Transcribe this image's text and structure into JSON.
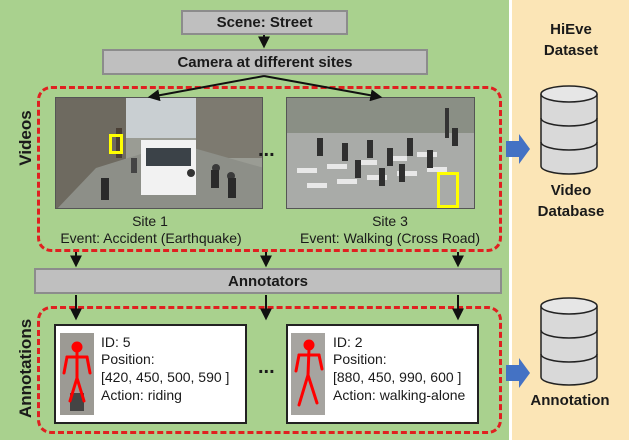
{
  "scene_label": "Scene: Street",
  "camera_label": "Camera at different sites",
  "videos_label": "Videos",
  "annotators_label": "Annotators",
  "annotations_label": "Annotations",
  "ellipsis": "...",
  "site1": {
    "name": "Site 1",
    "event": "Event: Accident (Earthquake)"
  },
  "site3": {
    "name": "Site 3",
    "event": "Event: Walking (Cross Road)"
  },
  "annotation1": {
    "id": "ID: 5",
    "position_label": "Position:",
    "position_value": "[420, 450, 500, 590 ]",
    "action": "Action: riding"
  },
  "annotation2": {
    "id": "ID: 2",
    "position_label": "Position:",
    "position_value": "[880, 450, 990, 600 ]",
    "action": "Action: walking-alone"
  },
  "dataset": {
    "title_line1": "HiEve",
    "title_line2": "Dataset",
    "video_db_line1": "Video",
    "video_db_line2": "Database",
    "annotation_db": "Annotation"
  },
  "colors": {
    "green_panel": "#a9d18e",
    "side_panel": "#fbe5b6",
    "dashed_border": "#e02020",
    "arrow_blue": "#4472c4",
    "highlight_yellow": "#ffff00",
    "skeleton_red": "#ff0000"
  }
}
